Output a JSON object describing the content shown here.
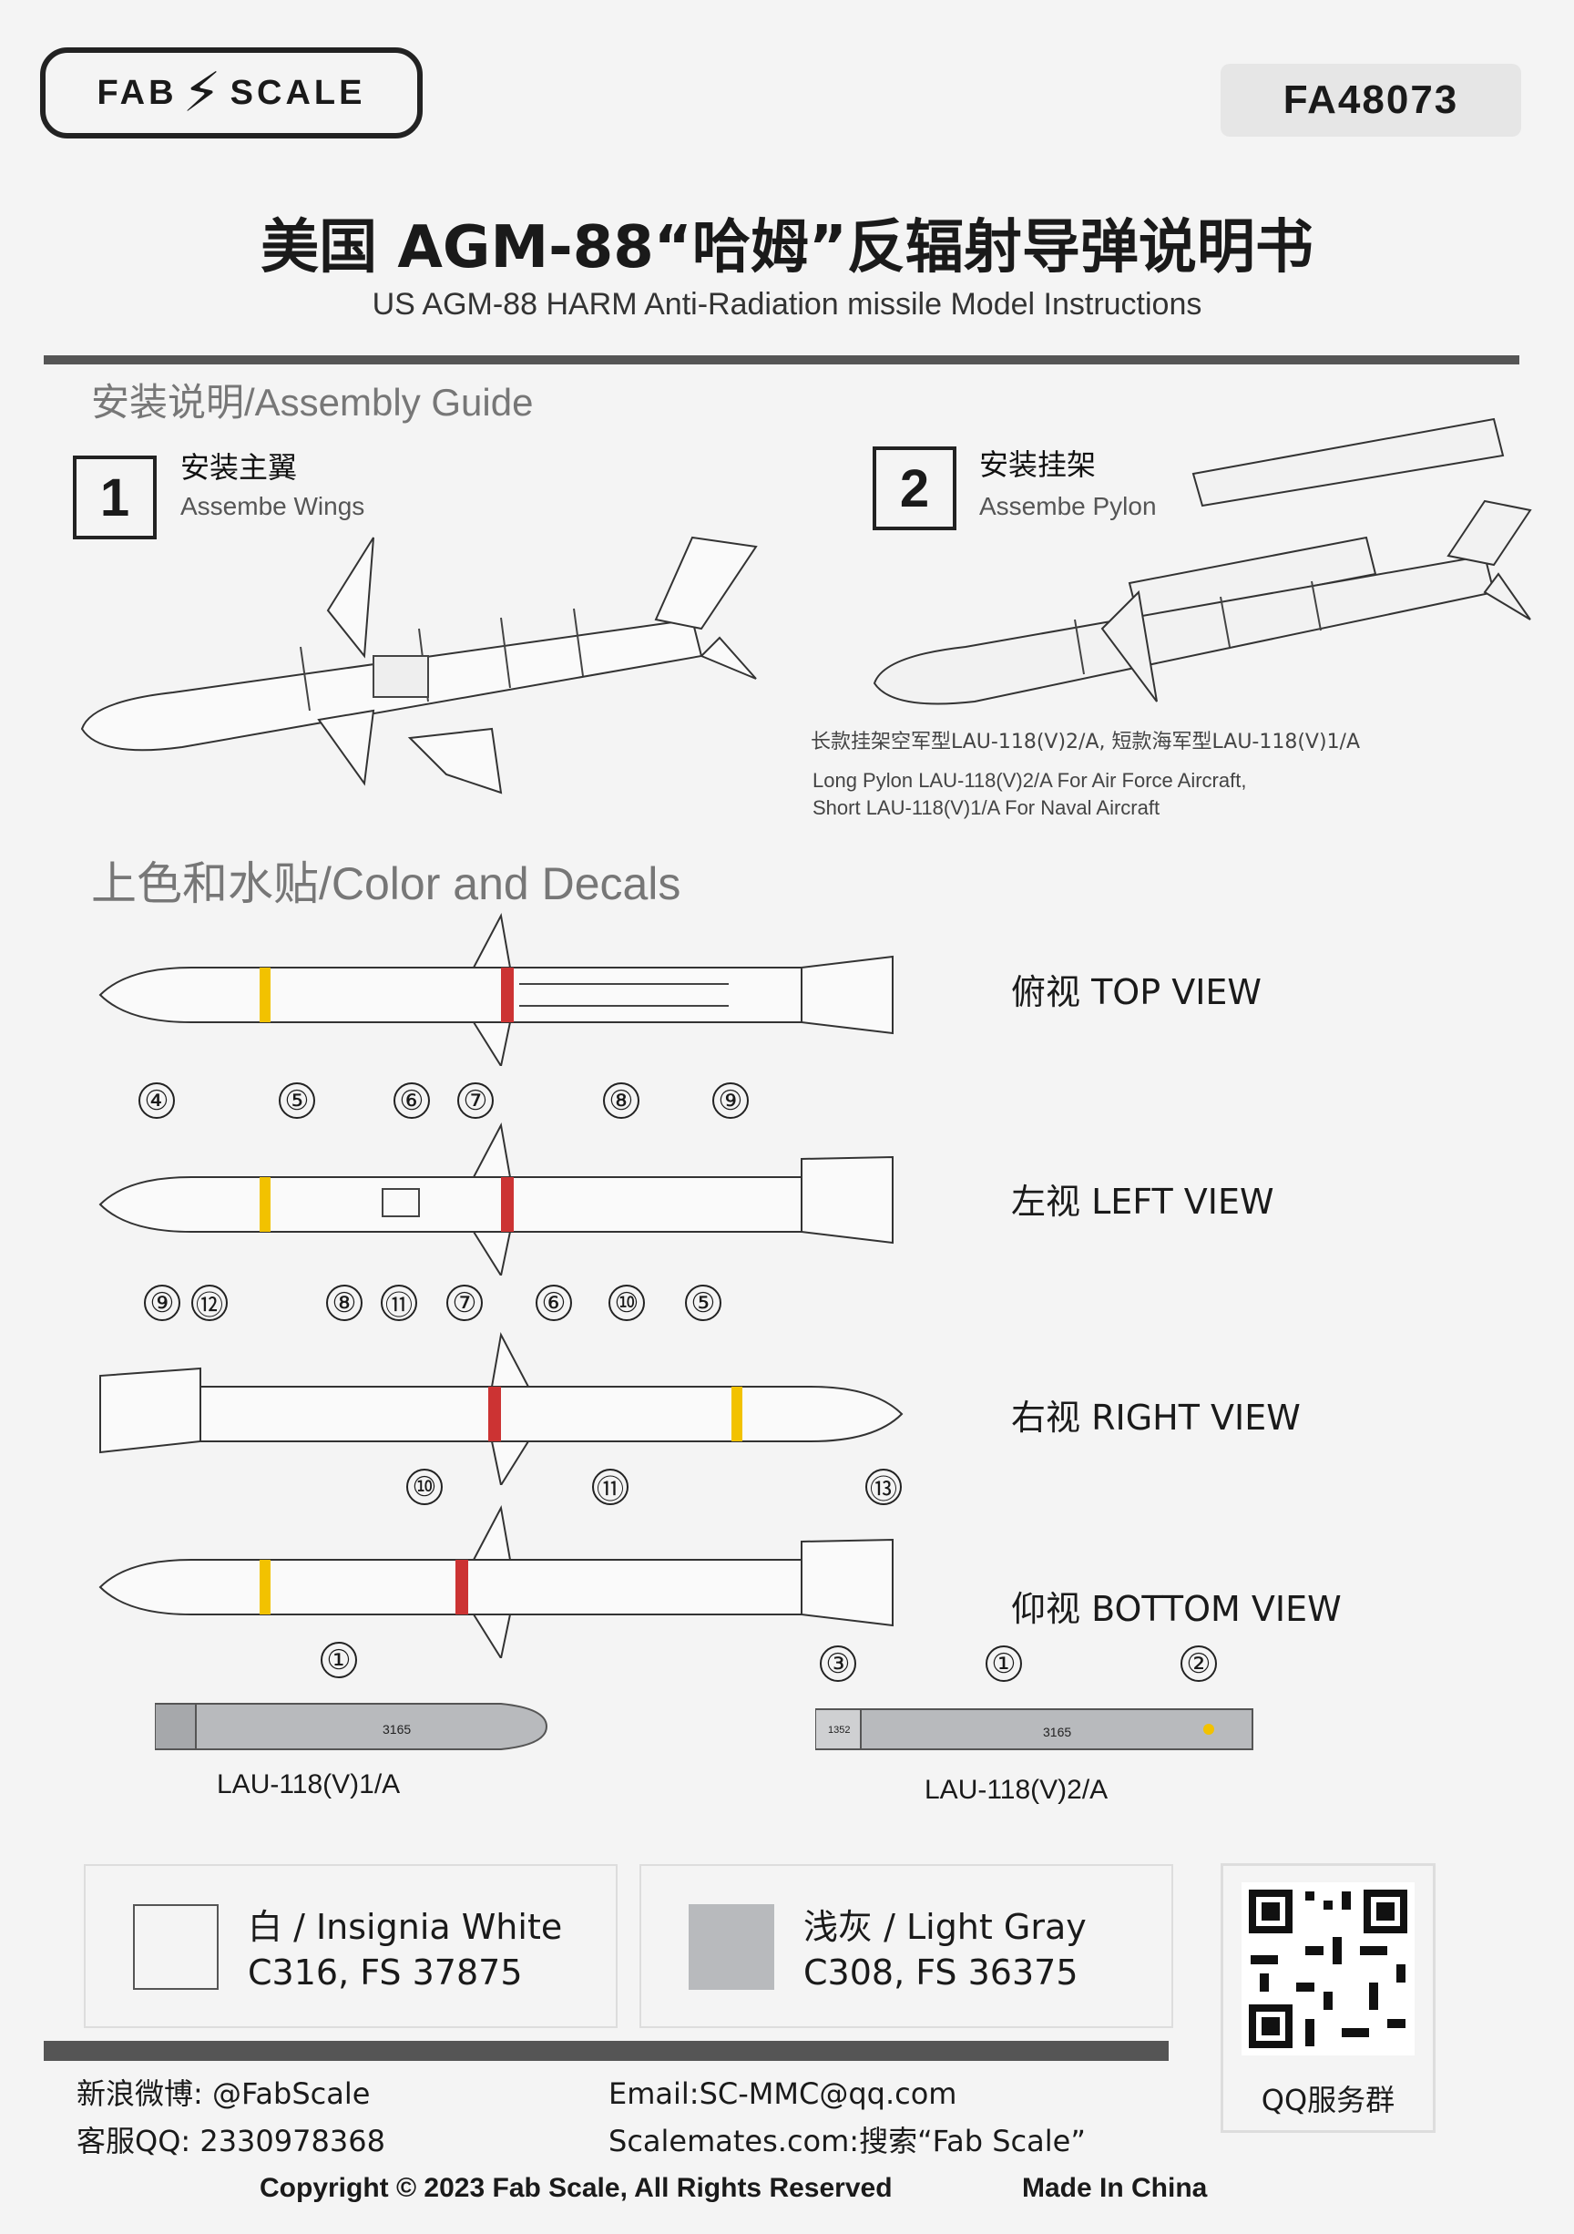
{
  "header": {
    "logo_left": "FAB",
    "logo_right": "SCALE",
    "product_code": "FA48073",
    "title_cn": "美国 AGM-88“哈姆”反辐射导弹说明书",
    "title_en": "US AGM-88 HARM Anti-Radiation missile Model Instructions"
  },
  "assembly": {
    "heading": "安装说明/Assembly Guide",
    "step1": {
      "number": "1",
      "cn": "安装主翼",
      "en": "Assembe Wings"
    },
    "step2": {
      "number": "2",
      "cn": "安装挂架",
      "en": "Assembe Pylon"
    },
    "note_cn": "长款挂架空军型LAU-118(V)2/A, 短款海军型LAU-118(V)1/A",
    "note_en1": "Long Pylon LAU-118(V)2/A For Air Force Aircraft,",
    "note_en2": "Short LAU-118(V)1/A For Naval Aircraft"
  },
  "decals": {
    "heading": "上色和水贴/Color and Decals",
    "views": {
      "top": "俯视  TOP VIEW",
      "left": "左视  LEFT VIEW",
      "right": "右视  RIGHT VIEW",
      "bottom": "仰视  BOTTOM VIEW"
    },
    "left_numbers": [
      "④",
      "⑤",
      "⑥",
      "⑦",
      "⑧",
      "⑨",
      "⑫",
      "⑪",
      "⑩"
    ],
    "right_numbers": [
      "⑨",
      "⑫",
      "⑧",
      "⑪",
      "⑦",
      "⑥",
      "⑩",
      "⑤",
      "⑩",
      "⑪",
      "⑬"
    ],
    "pylon_numbers": [
      "①",
      "③",
      "①",
      "②"
    ],
    "pylon_codes": [
      "3165",
      "1352",
      "3165"
    ],
    "pylons": [
      "LAU-118(V)1/A",
      "LAU-118(V)2/A"
    ]
  },
  "colors": [
    {
      "cn": "白  /  Insignia White",
      "code": "C316, FS 37875",
      "hex": "#f8f8f8"
    },
    {
      "cn": "浅灰  /  Light Gray",
      "code": "C308, FS 36375",
      "hex": "#b8babd"
    }
  ],
  "qr": {
    "label": "QQ服务群"
  },
  "contact": {
    "weibo": "新浪微博: @FabScale",
    "qq": "客服QQ: 2330978368",
    "email": "Email:SC-MMC@qq.com",
    "scalemates": "Scalemates.com:搜索“Fab Scale”"
  },
  "footer": {
    "copyright": "Copyright © 2023 Fab Scale, All Rights Reserved",
    "made_in": "Made In China"
  }
}
